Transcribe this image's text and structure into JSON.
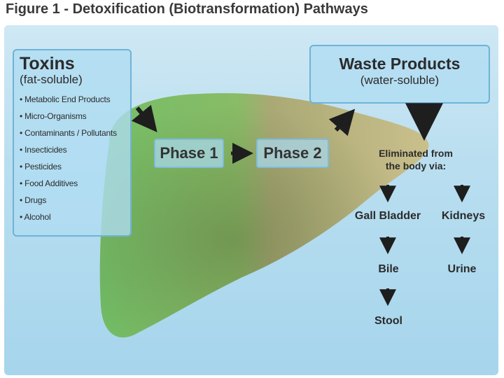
{
  "figure": {
    "title": "Figure 1 - Detoxification (Biotransformation) Pathways"
  },
  "toxins": {
    "title": "Toxins",
    "subtitle": "(fat-soluble)",
    "items": [
      "Metabolic End Products",
      "Micro-Organisms",
      "Contaminants / Pollutants",
      "Insecticides",
      "Pesticides",
      "Food Additives",
      "Drugs",
      "Alcohol"
    ]
  },
  "phases": {
    "phase1": "Phase 1",
    "phase2": "Phase 2"
  },
  "waste": {
    "title": "Waste Products",
    "subtitle": "(water-soluble)"
  },
  "elimination": {
    "header_line1": "Eliminated from",
    "header_line2": "the body via:",
    "gall_bladder": "Gall Bladder",
    "kidneys": "Kidneys",
    "bile": "Bile",
    "urine": "Urine",
    "stool": "Stool"
  },
  "colors": {
    "background": "#b9def0",
    "box_border": "#6fb3d6",
    "liver_green": "#7cc05a",
    "liver_tan": "#b9ab6d",
    "arrow": "#1e1e1e"
  }
}
